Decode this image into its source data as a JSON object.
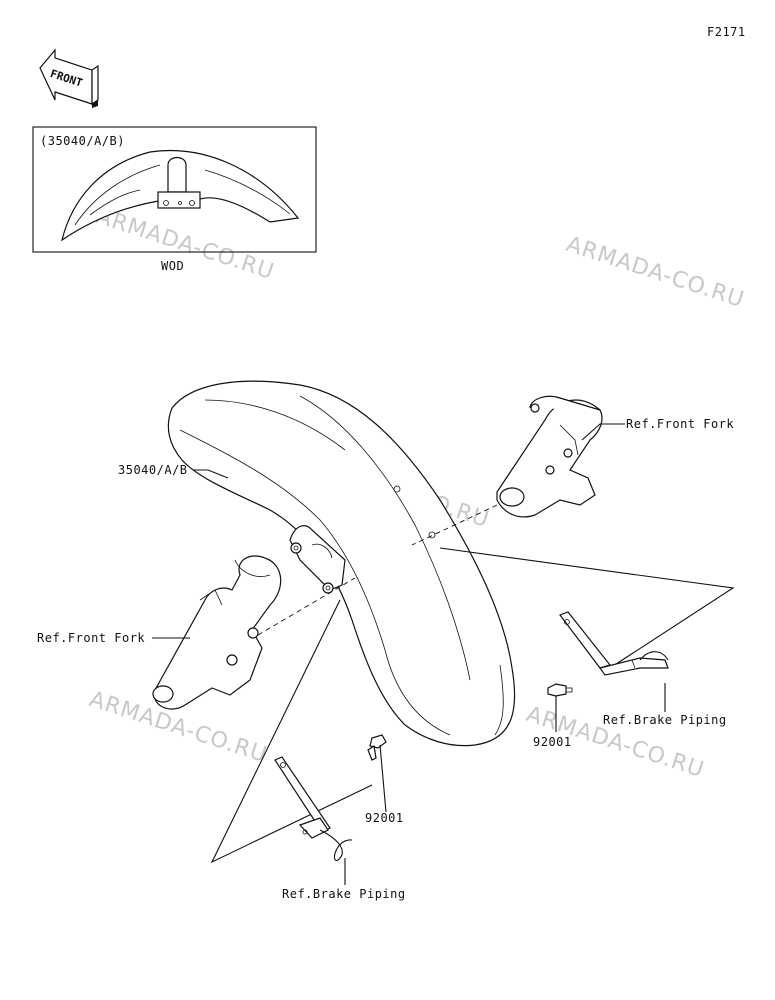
{
  "figure_code": "F2171",
  "front_arrow_text": "FRONT",
  "inset": {
    "part_label": "(35040/A/B)",
    "variant_label": "WOD"
  },
  "labels": {
    "fender_main": "35040/A/B",
    "front_fork_right": "Ref.Front Fork",
    "front_fork_left": "Ref.Front Fork",
    "brake_piping_right": "Ref.Brake Piping",
    "brake_piping_bottom": "Ref.Brake Piping",
    "bolt_right": "92001",
    "bolt_left": "92001"
  },
  "watermark": "ARMADA-CO.RU"
}
